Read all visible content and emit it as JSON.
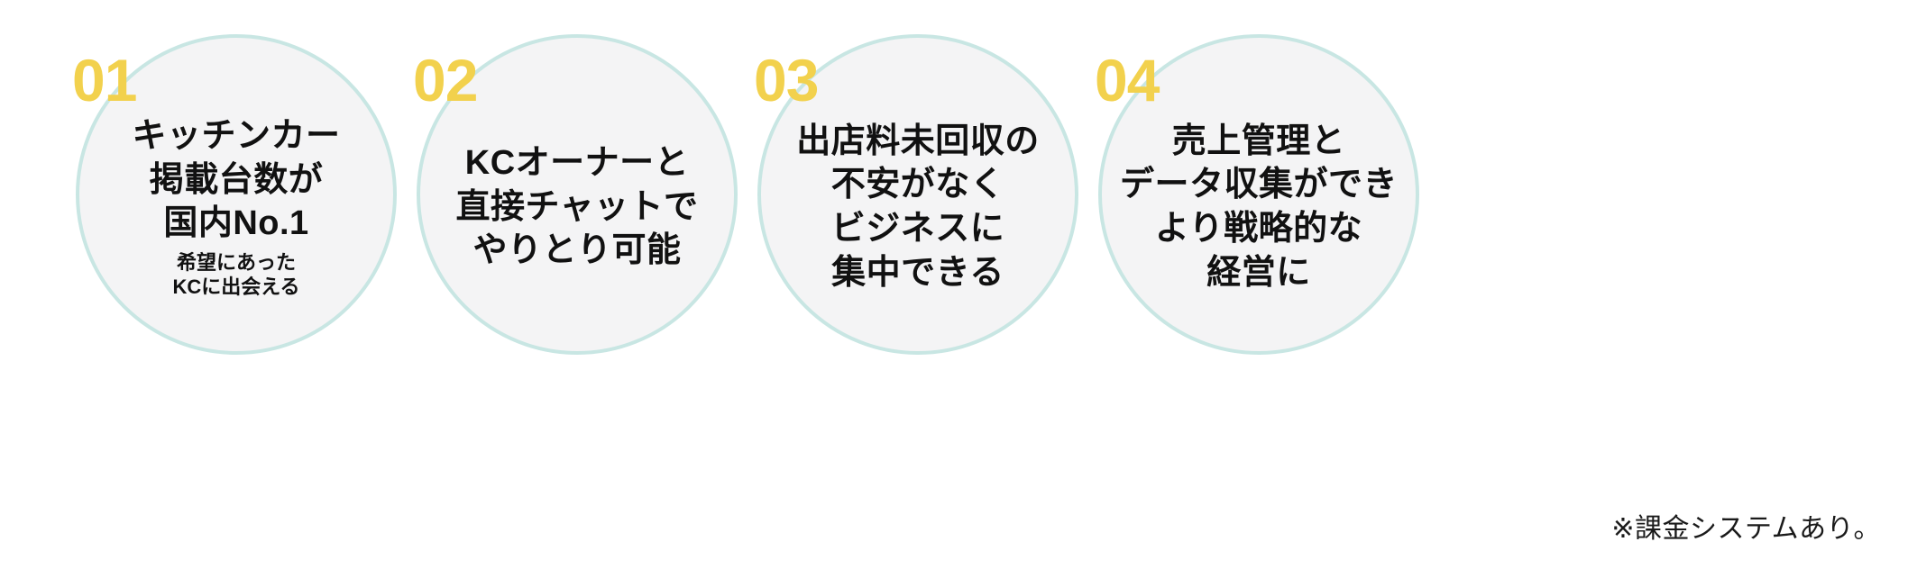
{
  "theme": {
    "background": "#ffffff",
    "circle_fill": "#f4f4f5",
    "circle_border": "#c8e6e3",
    "number_color": "#f2d14d",
    "text_color": "#111111"
  },
  "features": [
    {
      "number": "01",
      "lines": [
        "キッチンカー",
        "掲載台数が",
        "国内No.1"
      ],
      "sublines": [
        "希望にあった",
        "KCに出会える"
      ]
    },
    {
      "number": "02",
      "lines": [
        "KCオーナーと",
        "直接チャットで",
        "やりとり可能"
      ],
      "sublines": []
    },
    {
      "number": "03",
      "lines": [
        "出店料未回収の",
        "不安がなく",
        "ビジネスに",
        "集中できる"
      ],
      "sublines": []
    },
    {
      "number": "04",
      "lines": [
        "売上管理と",
        "データ収集ができ",
        "より戦略的な",
        "経営に"
      ],
      "sublines": []
    }
  ],
  "footnote": "※課金システムあり。"
}
